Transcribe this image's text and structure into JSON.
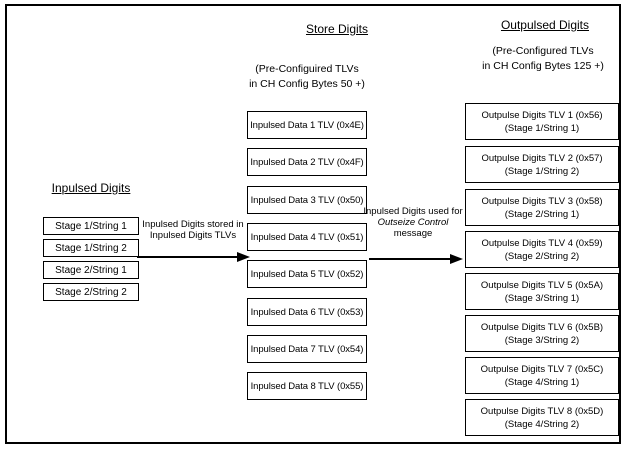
{
  "colors": {
    "line": "#000000",
    "background": "#ffffff"
  },
  "icons": {
    "flow_arrow": "arrow-right"
  },
  "diagram": {
    "left": {
      "heading": "Inpulsed Digits",
      "boxes": [
        "Stage 1/String 1",
        "Stage 1/String 2",
        "Stage 2/String 1",
        "Stage 2/String 2"
      ]
    },
    "arrow1": {
      "line1": "Inpulsed Digits stored in",
      "line2": "Inpulsed Digits TLVs"
    },
    "middle": {
      "heading": "Store Digits",
      "subheading_line1": "(Pre-Configuired TLVs",
      "subheading_line2": "in CH Config Bytes 50 +)",
      "boxes": [
        "Inpulsed Data 1 TLV (0x4E)",
        "Inpulsed Data 2 TLV (0x4F)",
        "Inpulsed Data 3 TLV (0x50)",
        "Inpulsed Data 4 TLV (0x51)",
        "Inpulsed Data 5 TLV (0x52)",
        "Inpulsed Data 6 TLV (0x53)",
        "Inpulsed Data 7 TLV (0x54)",
        "Inpulsed Data 8 TLV (0x55)"
      ]
    },
    "arrow2": {
      "line1": "Inpulsed Digits used for",
      "line2_italic": "Outseize Control",
      "line3": "message"
    },
    "right": {
      "heading": "Outpulsed Digits",
      "subheading_line1": "(Pre-Configured TLVs",
      "subheading_line2": "in CH Config Bytes 125 +)",
      "boxes": [
        {
          "line1": "Outpulse Digits TLV 1 (0x56)",
          "line2": "(Stage 1/String 1)"
        },
        {
          "line1": "Outpulse Digits TLV 2 (0x57)",
          "line2": "(Stage 1/String 2)"
        },
        {
          "line1": "Outpulse Digits TLV 3 (0x58)",
          "line2": "(Stage 2/String 1)"
        },
        {
          "line1": "Outpulse Digits TLV 4 (0x59)",
          "line2": "(Stage 2/String 2)"
        },
        {
          "line1": "Outpulse Digits TLV 5 (0x5A)",
          "line2": "(Stage 3/String 1)"
        },
        {
          "line1": "Outpulse Digits TLV 6 (0x5B)",
          "line2": "(Stage 3/String 2)"
        },
        {
          "line1": "Outpulse Digits TLV 7 (0x5C)",
          "line2": "(Stage 4/String 1)"
        },
        {
          "line1": "Outpulse Digits TLV 8 (0x5D)",
          "line2": "(Stage 4/String 2)"
        }
      ]
    }
  }
}
